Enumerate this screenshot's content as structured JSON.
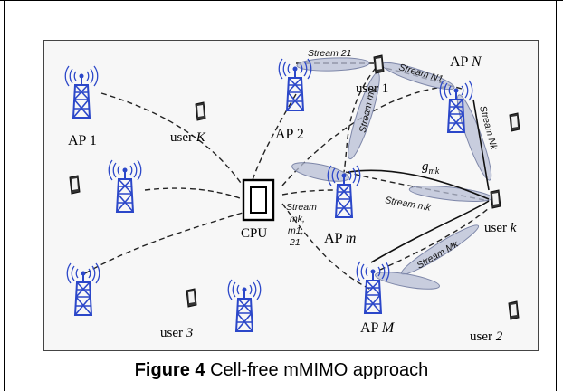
{
  "caption": {
    "label": "Figure 4",
    "text": "Cell-free mMIMO approach"
  },
  "aps": {
    "ap1": "AP 1",
    "ap2": "AP 2",
    "apN_prefix": "AP ",
    "apN_var": "N",
    "apm_prefix": "AP ",
    "apm_var": "m",
    "apM_prefix": "AP ",
    "apM_var": "M"
  },
  "users": {
    "user1": "user 1",
    "userK_prefix": "user ",
    "userK_var": "K",
    "userk_prefix": "user ",
    "userk_var": "k",
    "user3_prefix": "user ",
    "user3_var": "3",
    "user2_prefix": "user ",
    "user2_var": "2"
  },
  "cpu": "CPU",
  "streams": {
    "s21": "Stream 21",
    "sN1": "Stream N1",
    "sNk": "Stream Nk",
    "sm1": "Stream m1",
    "smk": "Stream mk",
    "sMk": "Stream Mk",
    "cpu_line1": "Stream",
    "cpu_line2": "mk,",
    "cpu_line3": "m1,",
    "cpu_line4": "21"
  },
  "channel": {
    "g": "g",
    "sub": "mk"
  },
  "icons": [
    "antenna-tower-icon",
    "phone-icon",
    "cpu-box-icon"
  ]
}
